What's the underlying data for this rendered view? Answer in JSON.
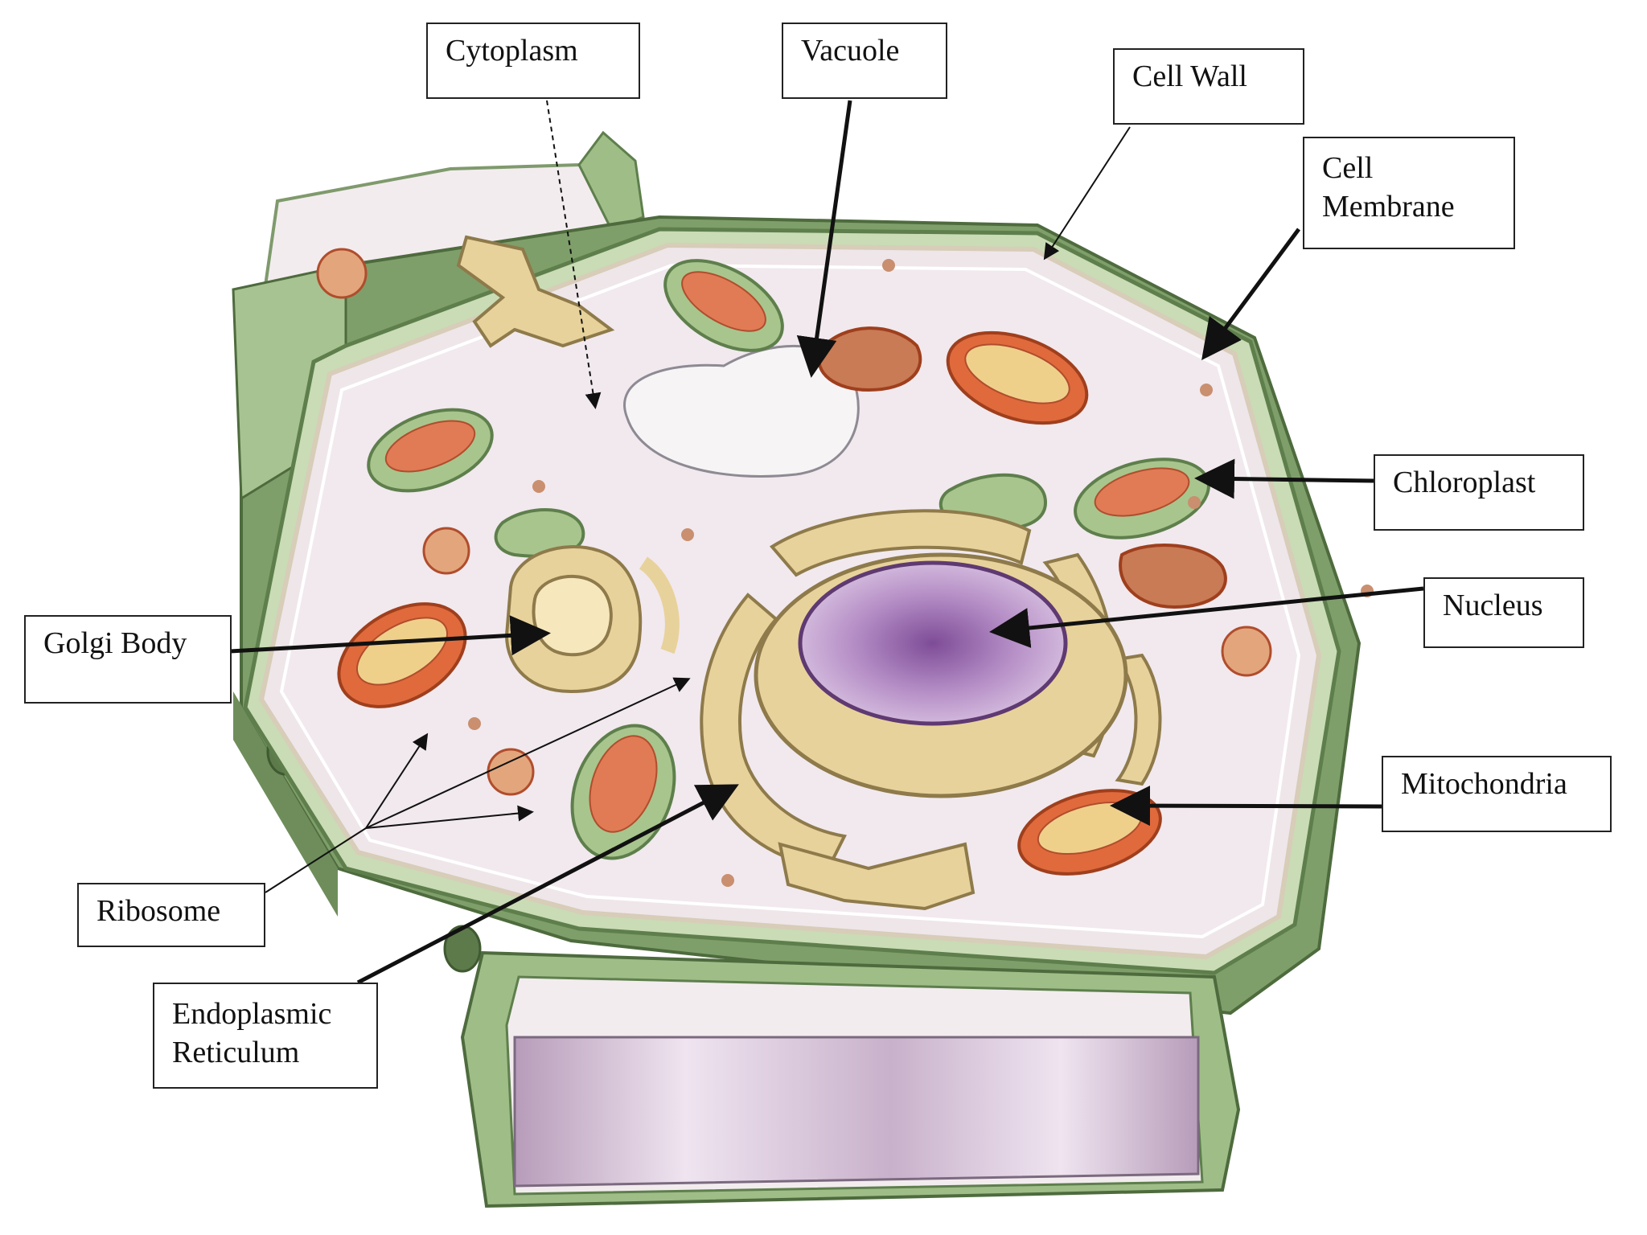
{
  "labels": {
    "cytoplasm": "Cytoplasm",
    "vacuole": "Vacuole",
    "cell_wall": "Cell Wall",
    "cell_membrane": [
      "Cell",
      "Membrane"
    ],
    "chloroplast": "Chloroplast",
    "nucleus": "Nucleus",
    "mitochondria": "Mitochondria",
    "golgi_body": "Golgi Body",
    "ribosome": "Ribosome",
    "endoplasmic_reticulum": [
      "Endoplasmic",
      "Reticulum"
    ]
  },
  "colors": {
    "cell_wall": "#8fae79",
    "cell_wall_dark": "#5e7f4c",
    "cytoplasm": "#efe6ea",
    "chloroplast": "#a8c58d",
    "mitochondria": "#e06a3c",
    "nucleus": "#b98fc8",
    "organelle_tan": "#e8d29b",
    "vacuole": "#f6f3f5"
  }
}
